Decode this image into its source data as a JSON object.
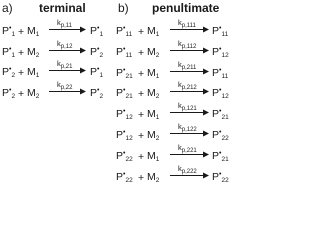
{
  "panels": {
    "a": {
      "label": "a)",
      "title": "terminal",
      "reactions": [
        {
          "radical": "P",
          "rsub": "1",
          "monomer": "M",
          "msub": "1",
          "rate": "k",
          "ksub": "p,11",
          "product": "P",
          "psub": "1"
        },
        {
          "radical": "P",
          "rsub": "1",
          "monomer": "M",
          "msub": "2",
          "rate": "k",
          "ksub": "p,12",
          "product": "P",
          "psub": "2"
        },
        {
          "radical": "P",
          "rsub": "2",
          "monomer": "M",
          "msub": "1",
          "rate": "k",
          "ksub": "p,21",
          "product": "P",
          "psub": "1"
        },
        {
          "radical": "P",
          "rsub": "2",
          "monomer": "M",
          "msub": "2",
          "rate": "k",
          "ksub": "p,22",
          "product": "P",
          "psub": "2"
        }
      ]
    },
    "b": {
      "label": "b)",
      "title": "penultimate",
      "reactions": [
        {
          "radical": "P",
          "rsub": "11",
          "monomer": "M",
          "msub": "1",
          "rate": "k",
          "ksub": "p,111",
          "product": "P",
          "psub": "11"
        },
        {
          "radical": "P",
          "rsub": "11",
          "monomer": "M",
          "msub": "2",
          "rate": "k",
          "ksub": "p,112",
          "product": "P",
          "psub": "12"
        },
        {
          "radical": "P",
          "rsub": "21",
          "monomer": "M",
          "msub": "1",
          "rate": "k",
          "ksub": "p,211",
          "product": "P",
          "psub": "11"
        },
        {
          "radical": "P",
          "rsub": "21",
          "monomer": "M",
          "msub": "2",
          "rate": "k",
          "ksub": "p,212",
          "product": "P",
          "psub": "12"
        },
        {
          "radical": "P",
          "rsub": "12",
          "monomer": "M",
          "msub": "1",
          "rate": "k",
          "ksub": "p,121",
          "product": "P",
          "psub": "21"
        },
        {
          "radical": "P",
          "rsub": "12",
          "monomer": "M",
          "msub": "2",
          "rate": "k",
          "ksub": "p,122",
          "product": "P",
          "psub": "22"
        },
        {
          "radical": "P",
          "rsub": "22",
          "monomer": "M",
          "msub": "1",
          "rate": "k",
          "ksub": "p,221",
          "product": "P",
          "psub": "21"
        },
        {
          "radical": "P",
          "rsub": "22",
          "monomer": "M",
          "msub": "2",
          "rate": "k",
          "ksub": "p,222",
          "product": "P",
          "psub": "22"
        }
      ]
    }
  },
  "symbols": {
    "radical_mark": "•",
    "plus": "+"
  },
  "colors": {
    "text": "#1a1a1a",
    "background": "#ffffff"
  }
}
